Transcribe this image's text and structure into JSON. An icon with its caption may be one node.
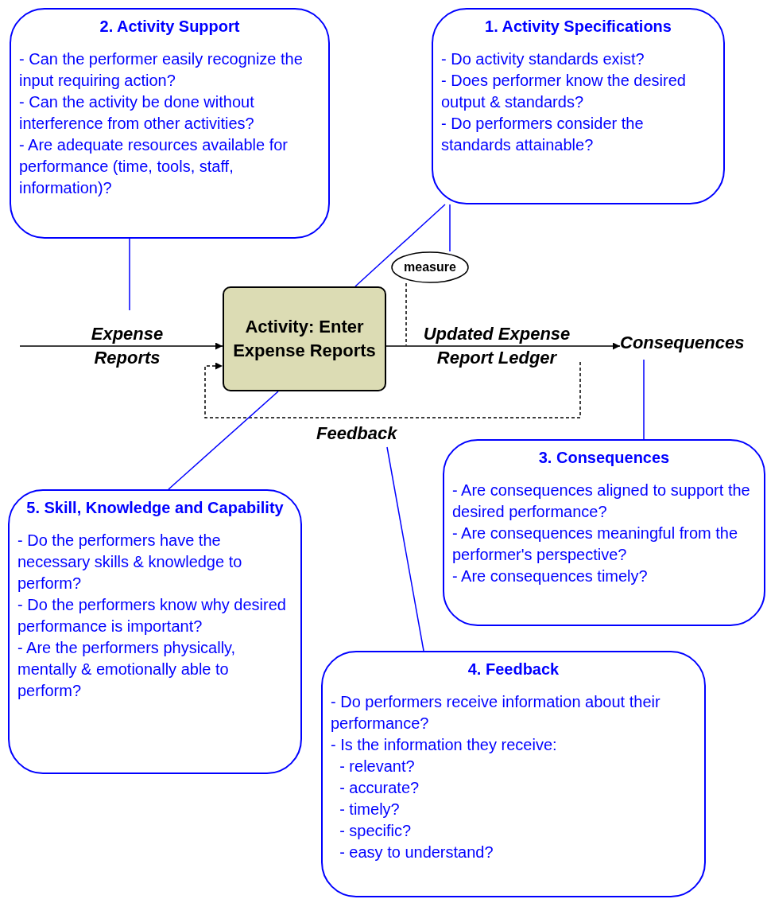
{
  "diagram": {
    "nodes": [
      {
        "text": [
          "2. Activity Support",
          "- Can the performer easily recognize the input requiring action?",
          "- Can the activity be done without interference from other activities?",
          "- Are adequate resources available for performance (time, tools, staff, information)?"
        ]
      },
      {
        "text": [
          "1. Activity Specifications",
          "- Do activity standards exist?",
          "- Does performer know the desired output & standards?",
          "- Do performers consider the standards attainable?"
        ]
      },
      {
        "text": [
          "measure"
        ]
      },
      {
        "text": [
          "Activity: Enter Expense Reports"
        ]
      },
      {
        "text": [
          "Consequences"
        ]
      },
      {
        "text": [
          "Feedback"
        ]
      },
      {
        "text": [
          "3. Consequences",
          "- Are consequences aligned to support the desired performance?",
          "- Are consequences meaningful from the performer's perspective?",
          "- Are consequences timely?"
        ]
      },
      {
        "text": [
          "5. Skill, Knowledge and Capability",
          "- Do the performers have the necessary skills & knowledge to perform?",
          "- Do the performers know why desired performance is important?",
          "- Are the performers physically, mentally & emotionally able to perform?"
        ]
      },
      {
        "text": [
          "4. Feedback",
          "- Do performers receive information about their performance?",
          "- Is the information they receive:",
          "  - relevant?",
          "  - accurate?",
          "  - timely?",
          "  - specific?",
          "  - easy to understand?"
        ]
      }
    ],
    "edges": [
      {
        "from": null,
        "to": 3,
        "arrow": "to",
        "label": "Expense Reports",
        "color": "#000000"
      },
      {
        "from": 0,
        "to": null,
        "arrow": "none"
      },
      {
        "from": 1,
        "to": 3,
        "arrow": "none"
      },
      {
        "from": 1,
        "to": 2,
        "arrow": "none"
      },
      {
        "from": 2,
        "to": null,
        "arrow": "none",
        "style": "dashed",
        "color": "#000000"
      },
      {
        "from": 3,
        "to": 4,
        "arrow": "to",
        "label": "Updated Expense Report Ledger",
        "color": "#000000"
      },
      {
        "from": null,
        "to": 3,
        "arrow": "to",
        "style": "dashed",
        "color": "#000000"
      },
      {
        "from": 4,
        "to": 6,
        "arrow": "none"
      },
      {
        "from": 3,
        "to": 7,
        "arrow": "none"
      },
      {
        "from": 8,
        "to": 5,
        "arrow": "none"
      }
    ]
  }
}
